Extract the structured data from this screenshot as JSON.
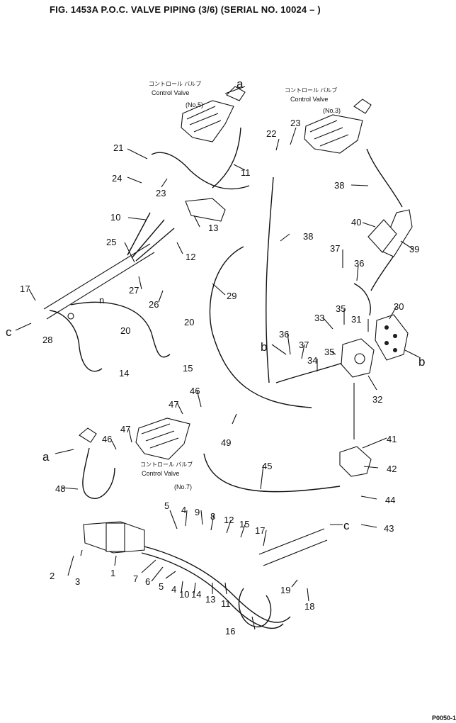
{
  "title": "FIG. 1453A  P.O.C. VALVE PIPING (3/6) (SERIAL NO. 10024 – )",
  "footer": "P0050-1",
  "valves": [
    {
      "jp": "コントロール バルブ",
      "en": "Control Valve",
      "no": "(No.5)"
    },
    {
      "jp": "コントロール バルブ",
      "en": "Control Valve",
      "no": "(No.3)"
    },
    {
      "jp": "コントロール バルブ",
      "en": "Control Valve",
      "no": "(No.7)"
    }
  ],
  "refs": {
    "a": "a",
    "b": "b",
    "c": "c",
    "n": "n"
  },
  "callouts": [
    "1",
    "2",
    "3",
    "4",
    "4",
    "5",
    "5",
    "6",
    "7",
    "8",
    "9",
    "10",
    "10",
    "11",
    "11",
    "12",
    "12",
    "13",
    "13",
    "14",
    "14",
    "15",
    "15",
    "16",
    "17",
    "17",
    "18",
    "19",
    "20",
    "20",
    "21",
    "22",
    "23",
    "23",
    "24",
    "25",
    "26",
    "27",
    "28",
    "29",
    "30",
    "31",
    "32",
    "33",
    "34",
    "35",
    "35",
    "36",
    "36",
    "37",
    "37",
    "38",
    "38",
    "39",
    "40",
    "41",
    "42",
    "43",
    "44",
    "45",
    "46",
    "46",
    "47",
    "47",
    "48",
    "49"
  ]
}
